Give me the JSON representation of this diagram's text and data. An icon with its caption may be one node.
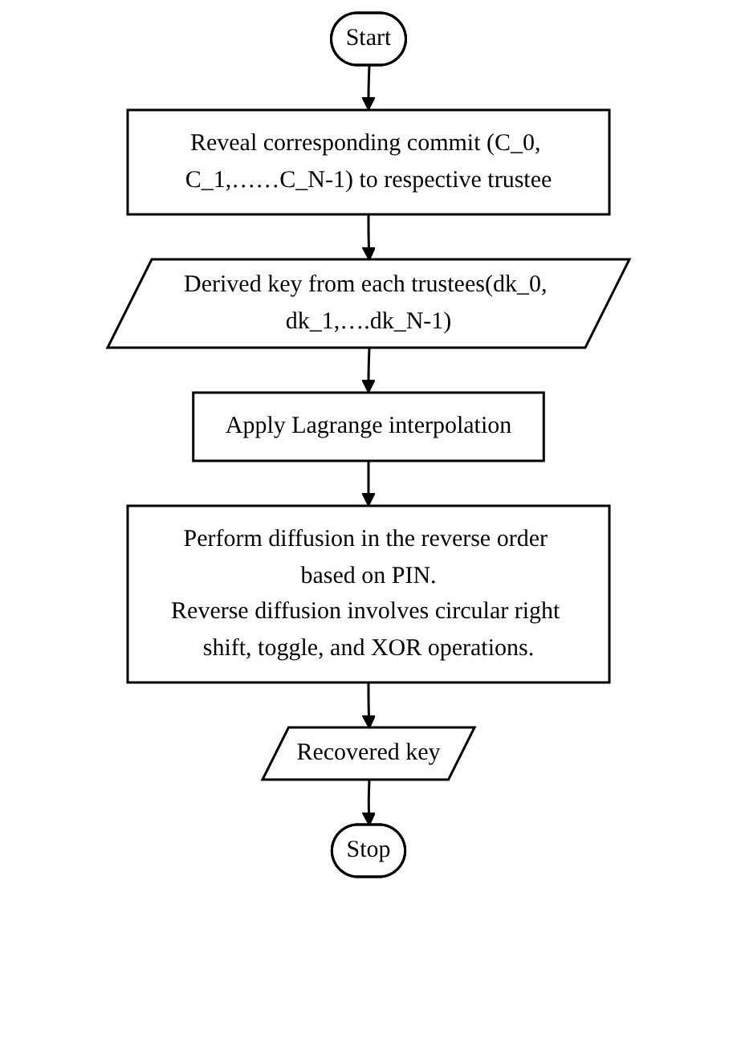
{
  "diagram": {
    "nodes": [
      {
        "text": [
          "Start"
        ]
      },
      {
        "text": [
          "Reveal corresponding commit (C_0, C_1,……C_N-1) to respective trustee"
        ]
      },
      {
        "text": [
          "Derived key from each trustees(dk_0, dk_1,….dk_N-1)"
        ]
      },
      {
        "text": [
          "Apply Lagrange interpolation"
        ]
      },
      {
        "text": [
          "Perform diffusion in the reverse order based on PIN.",
          "Reverse diffusion involves circular right shift, toggle, and XOR operations."
        ]
      },
      {
        "text": [
          "Recovered key"
        ]
      },
      {
        "text": [
          "Stop"
        ]
      }
    ],
    "edges": [
      {
        "from": 0,
        "to": 1,
        "arrow": "to"
      },
      {
        "from": 1,
        "to": 2,
        "arrow": "to"
      },
      {
        "from": 2,
        "to": 3,
        "arrow": "to"
      },
      {
        "from": 3,
        "to": 4,
        "arrow": "to"
      },
      {
        "from": 4,
        "to": 5,
        "arrow": "to"
      },
      {
        "from": 5,
        "to": 6,
        "arrow": "to"
      }
    ]
  }
}
